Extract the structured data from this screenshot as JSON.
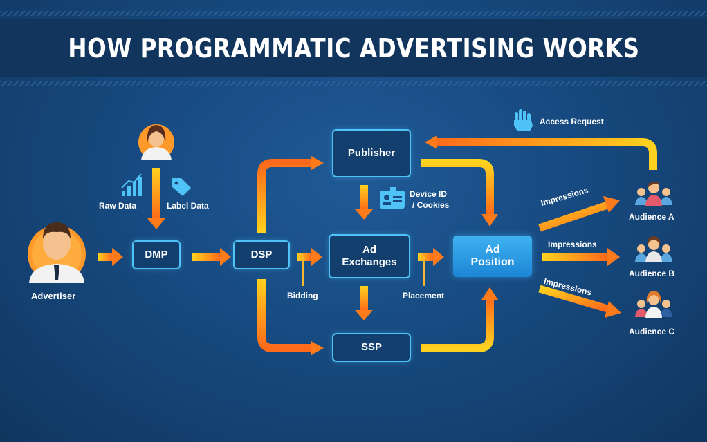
{
  "title": "HOW PROGRAMMATIC ADVERTISING WORKS",
  "nodes": {
    "dmp": "DMP",
    "dsp": "DSP",
    "publisher": "Publisher",
    "ad_exchanges": "Ad Exchanges",
    "ssp": "SSP",
    "ad_position": "Ad Position"
  },
  "actors": {
    "advertiser": "Advertiser",
    "audience_a": "Audience A",
    "audience_b": "Audience B",
    "audience_c": "Audience C"
  },
  "labels": {
    "raw_data": "Raw Data",
    "label_data": "Label Data",
    "device_id": "Device ID",
    "cookies": "/ Cookies",
    "bidding": "Bidding",
    "placement": "Placement",
    "access_request": "Access Request",
    "impressions_a": "Impressions",
    "impressions_b": "Impressions",
    "impressions_c": "Impressions"
  },
  "colors": {
    "background": "#174a80",
    "banner": "#12355d",
    "box_border": "#4fc3f7",
    "box_fill": "#123f6d",
    "ad_position_fill": "#2a9ee6",
    "arrow_start": "#ffd21f",
    "arrow_end": "#ff6a1a"
  },
  "icons": [
    "person-icon",
    "bar-chart-icon",
    "tag-icon",
    "id-card-icon",
    "hand-icon",
    "group-icon"
  ]
}
